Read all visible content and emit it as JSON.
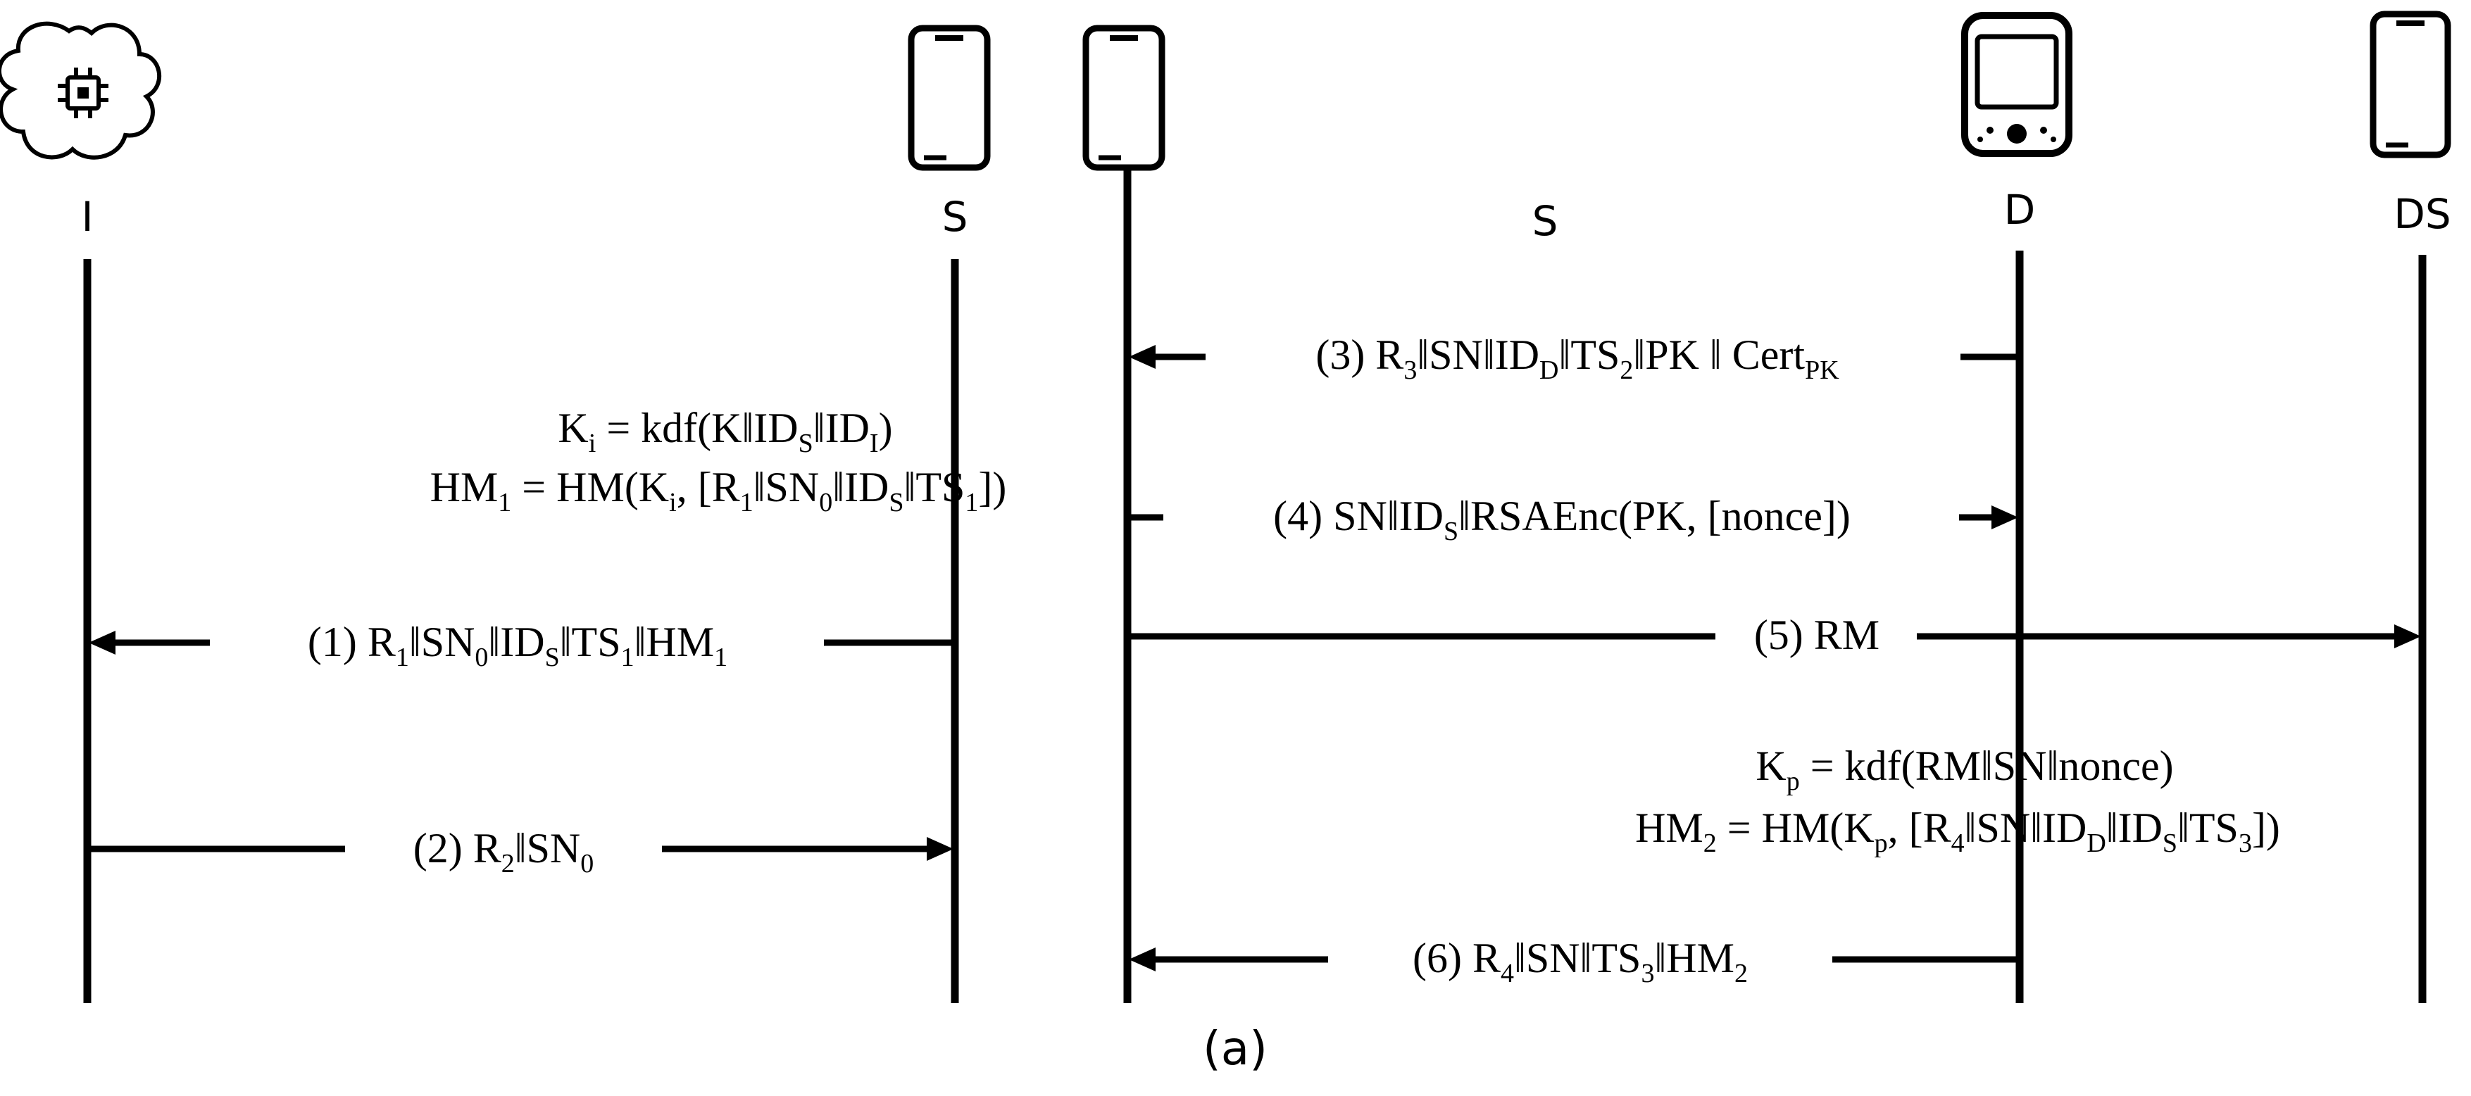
{
  "actors": {
    "i": "I",
    "s1": "S",
    "s2": "S",
    "d": "D",
    "ds": "DS"
  },
  "icons": {
    "i": "brain-chip-icon",
    "s1": "smartphone-icon",
    "s2": "smartphone-icon",
    "d": "pda-device-icon",
    "ds": "smartphone-icon"
  },
  "computations": {
    "ki": "K_i = kdf(K||ID_S||ID_I)",
    "hm1": "HM_1 = HM(K_i, [R_1||SN_0||ID_S||TS_1])",
    "kp": "K_p = kdf(RM||SN||nonce)",
    "hm2": "HM_2 = HM(K_p, [R_4||SN||ID_D||ID_S||TS_3])"
  },
  "messages": {
    "m1": "(1) R_1||SN_0||ID_S||TS_1||HM_1",
    "m2": "(2) R_2||SN_0",
    "m3": "(3) R_3||SN||ID_D||TS_2||PK || Cert_PK",
    "m4": "(4) SN||ID_S||RSAEnc(PK, [nonce])",
    "m5": "(5) RM",
    "m6": "(6) R_4||SN||TS_3||HM_2"
  },
  "caption": "(a)"
}
